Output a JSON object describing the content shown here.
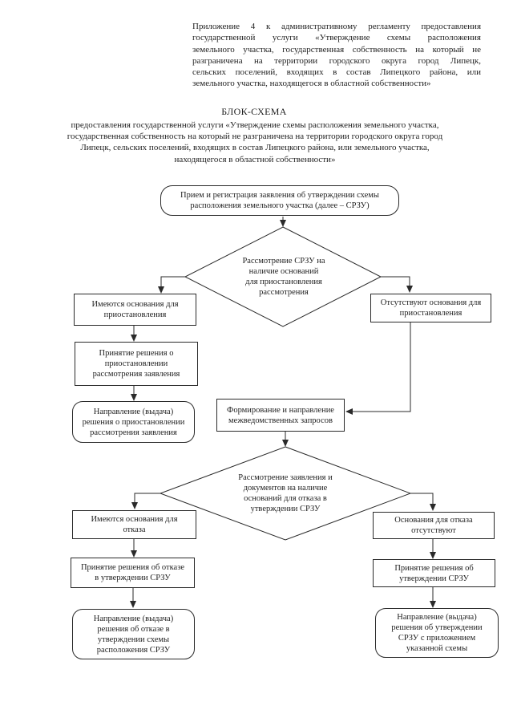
{
  "document": {
    "appendix_note": {
      "lines": [
        "Приложение 4 к административному регламенту предоставления",
        "государственной услуги «Утверждение схемы расположения",
        "земельного участка, государственная собственность на который не",
        "разграничена на территории городского округа город Липецк,",
        "сельских поселений, входящих в состав Липецкого района, или",
        "земельного участка, находящегося в областной собственности»"
      ]
    },
    "title": "БЛОК-СХЕМА",
    "subtitle": {
      "lines": [
        "предоставления государственной услуги «Утверждение схемы расположения земельного участка,",
        "государственная собственность на который не разграничена на территории городского округа город",
        "Липецк, сельских поселений, входящих в состав Липецкого района, или земельного участка,",
        "находящегося в областной собственности»"
      ]
    }
  },
  "flowchart": {
    "nodes": {
      "reception": {
        "shape": "rounded",
        "label": "Прием и регистрация заявления об утверждении схемы\nрасположения земельного участка (далее – СРЗУ)"
      },
      "review_suspension": {
        "shape": "diamond",
        "label": "Рассмотрение СРЗУ на\nналичие оснований\nдля приостановления\nрассмотрения"
      },
      "grounds_suspension_present": {
        "shape": "rect",
        "label": "Имеются основания для\nприостановления"
      },
      "grounds_suspension_absent": {
        "shape": "rect",
        "label": "Отсутствуют основания для\nприостановления"
      },
      "decision_suspend": {
        "shape": "rect",
        "label": "Принятие решения о\nприостановлении\nрассмотрения заявления"
      },
      "issue_suspension": {
        "shape": "rounded",
        "label": "Направление (выдача)\nрешения о приостановлении\nрассмотрения заявления"
      },
      "interagency_requests": {
        "shape": "rect",
        "label": "Формирование и направление\nмежведомственных запросов"
      },
      "review_refusal": {
        "shape": "diamond",
        "label": "Рассмотрение заявления и\nдокументов на наличие\nоснований для отказа в\nутверждении СРЗУ"
      },
      "grounds_refusal_present": {
        "shape": "rect",
        "label": "Имеются основания для\nотказа"
      },
      "grounds_refusal_absent": {
        "shape": "rect",
        "label": "Основания для отказа\nотсутствуют"
      },
      "decision_refuse": {
        "shape": "rect",
        "label": "Принятие решения об отказе\nв утверждении СРЗУ"
      },
      "decision_approve": {
        "shape": "rect",
        "label": "Принятие решения об\nутверждении СРЗУ"
      },
      "issue_refusal": {
        "shape": "rounded",
        "label": "Направление (выдача)\nрешения об отказе в\nутверждении схемы\nрасположения СРЗУ"
      },
      "issue_approval": {
        "shape": "rounded",
        "label": "Направление (выдача)\nрешения об утверждении\nСРЗУ с приложением\nуказанной схемы"
      }
    },
    "colors": {
      "ink": "#1f1f1f",
      "border": "#2a2a2a",
      "paper": "#ffffff"
    }
  }
}
